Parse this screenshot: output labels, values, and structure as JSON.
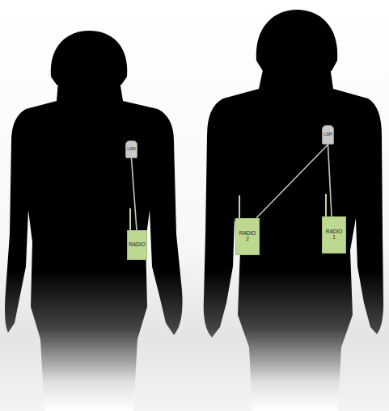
{
  "diagram": {
    "nodes": [
      {
        "text": [
          "LSH"
        ]
      },
      {
        "text": [
          "RADIO"
        ]
      },
      {
        "text": [
          "LSH"
        ]
      },
      {
        "text": [
          "RADIO 2"
        ]
      },
      {
        "text": [
          "RADIO 1"
        ]
      }
    ],
    "edges": [
      {
        "from": 0,
        "to": 1,
        "arrow": "none"
      },
      {
        "from": 2,
        "to": 3,
        "arrow": "none"
      },
      {
        "from": 2,
        "to": 4,
        "arrow": "none"
      }
    ]
  }
}
